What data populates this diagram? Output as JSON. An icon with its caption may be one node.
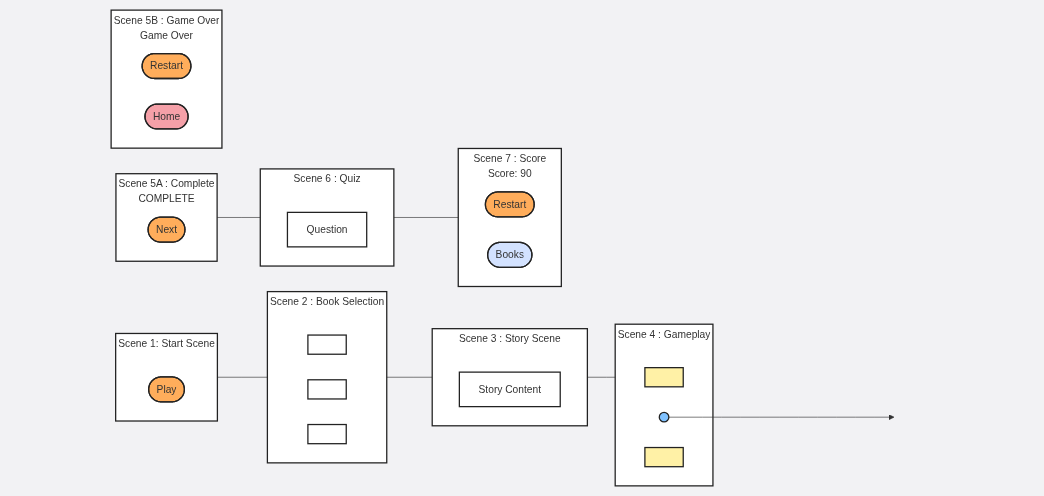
{
  "diagram": {
    "nodes": [
      {
        "text": [
          "Scene 1: Start Scene"
        ]
      },
      {
        "text": [
          "Play"
        ],
        "in": 0
      },
      {
        "text": [
          "Scene 2 : Book Selection"
        ]
      },
      {
        "text": [],
        "shape": "box",
        "in": 2
      },
      {
        "text": [],
        "shape": "box",
        "in": 2
      },
      {
        "text": [],
        "shape": "box",
        "in": 2
      },
      {
        "text": [
          "Scene 3 : Story Scene"
        ]
      },
      {
        "text": [
          "Story Content"
        ],
        "in": 6
      },
      {
        "text": [
          "Scene 4 : Gameplay"
        ]
      },
      {
        "text": [],
        "shape": "box",
        "in": 8
      },
      {
        "text": [],
        "shape": "circle",
        "in": 8
      },
      {
        "text": [],
        "shape": "box",
        "in": 8
      },
      {
        "text": [
          "Scene 5A : Complete",
          "COMPLETE"
        ]
      },
      {
        "text": [
          "Next"
        ],
        "in": 12
      },
      {
        "text": [
          "Scene 5B : Game Over",
          "Game Over"
        ]
      },
      {
        "text": [
          "Restart"
        ],
        "in": 14
      },
      {
        "text": [
          "Home"
        ],
        "in": 14
      },
      {
        "text": [
          "Scene 6 : Quiz"
        ]
      },
      {
        "text": [
          "Question"
        ],
        "in": 17
      },
      {
        "text": [
          "Scene 7 : Score",
          "Score: 90"
        ]
      },
      {
        "text": [
          "Restart"
        ],
        "in": 19
      },
      {
        "text": [
          "Books"
        ],
        "in": 19
      }
    ],
    "edges": [
      {
        "from": 0,
        "to": 2,
        "arrow": "none"
      },
      {
        "from": 2,
        "to": 6,
        "arrow": "none"
      },
      {
        "from": 6,
        "to": 8,
        "arrow": "none"
      },
      {
        "from": 10,
        "to": null,
        "arrow": "to"
      },
      {
        "from": 12,
        "to": 17,
        "arrow": "none"
      },
      {
        "from": 17,
        "to": 19,
        "arrow": "none"
      }
    ]
  }
}
